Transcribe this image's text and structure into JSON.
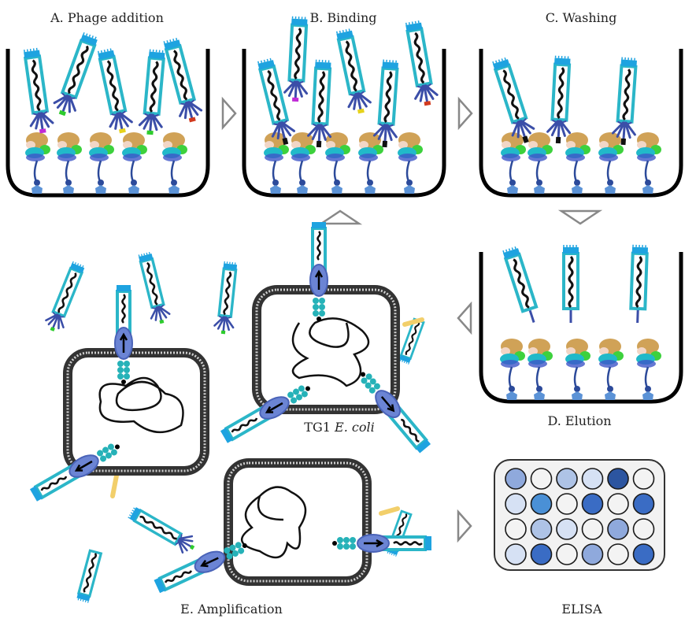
{
  "figure": {
    "title": "Phage display biopanning workflow",
    "steps": {
      "a": {
        "label": "A. Phage addition"
      },
      "b": {
        "label": "B. Binding"
      },
      "c": {
        "label": "C. Washing"
      },
      "d": {
        "label": "D. Elution"
      },
      "e": {
        "label": "E. Amplification"
      },
      "elisa": {
        "label": "ELISA"
      }
    },
    "host_cell_label_plain": "TG1 ",
    "host_cell_label_italic": "E. coli",
    "flow_arrows": [
      "A→B",
      "B→C",
      "C→D",
      "D→E",
      "E→B",
      "E→ELISA"
    ],
    "elisa_plate": {
      "rows": 4,
      "cols": 6,
      "wells": [
        [
          "#8fa9dc",
          "#f3f3f3",
          "#aec3e6",
          "#d6e1f4",
          "#2c55a0",
          "#f3f3f3"
        ],
        [
          "#d6e1f4",
          "#4a90d6",
          "#f3f3f3",
          "#3a6cc4",
          "#f3f3f3",
          "#3a6cc4"
        ],
        [
          "#f3f3f3",
          "#aec3e6",
          "#d6e1f4",
          "#f3f3f3",
          "#8fa9dc",
          "#f3f3f3"
        ],
        [
          "#d6e1f4",
          "#3a6cc4",
          "#f3f3f3",
          "#8fa9dc",
          "#f3f3f3",
          "#3a6cc4"
        ]
      ]
    },
    "colors": {
      "phage_coat": "#2bb6c8",
      "phage_tip": "#1ea3e0",
      "genome": "#111111",
      "pIII": "#3b4ea8",
      "antigen_stem": "#2c4a9a",
      "antigen_base": "#5b92d6",
      "pilus": "#f2cf6b",
      "membrane": "#555555",
      "arrow_outline": "#888888",
      "well_outline": "#000000"
    },
    "fused_peptide_colors": {
      "a": [
        "#c02bd6",
        "#2ecc2e",
        "#e6d21c",
        "#2ecc2e",
        "#d23a1e"
      ],
      "b": [
        "#c02bd6",
        "#e6d21c",
        "#d23a1e"
      ]
    }
  }
}
